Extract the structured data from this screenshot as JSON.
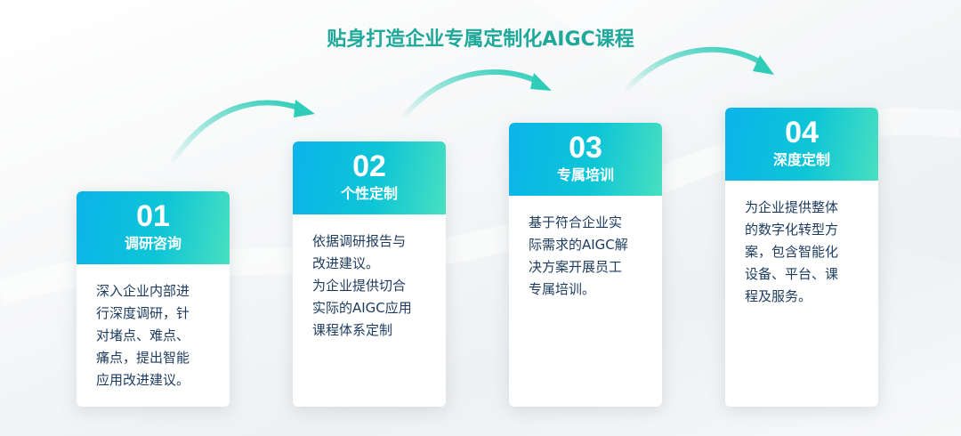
{
  "title": "贴身打造企业专属定制化AIGC课程",
  "colors": {
    "title": "#1ea99b",
    "header_gradient_start": "#0bb4ea",
    "header_gradient_end": "#48e0c0",
    "body_text": "#1c3b5e",
    "arrow": "#2fcdb9"
  },
  "steps": [
    {
      "number": "01",
      "label": "调研咨询",
      "lines": [
        "深入企业内部进",
        "行深度调研，针",
        "对堵点、难点、",
        "痛点，提出智能",
        "应用改进建议。"
      ]
    },
    {
      "number": "02",
      "label": "个性定制",
      "lines": [
        "依据调研报告与",
        "改进建议。",
        "为企业提供切合",
        "实际的AIGC应用",
        "课程体系定制"
      ]
    },
    {
      "number": "03",
      "label": "专属培训",
      "lines": [
        "基于符合企业实",
        "际需求的AIGC解",
        "决方案开展员工",
        "专属培训。"
      ]
    },
    {
      "number": "04",
      "label": "深度定制",
      "lines": [
        "为企业提供整体",
        "的数字化转型方",
        "案，包含智能化",
        "设备、平台、课",
        "程及服务。"
      ]
    }
  ],
  "arrows": [
    {
      "from": "step-01",
      "to": "step-02",
      "icon": "curved-arrow-icon"
    },
    {
      "from": "step-02",
      "to": "step-03",
      "icon": "curved-arrow-icon"
    },
    {
      "from": "step-03",
      "to": "step-04",
      "icon": "curved-arrow-icon"
    }
  ]
}
